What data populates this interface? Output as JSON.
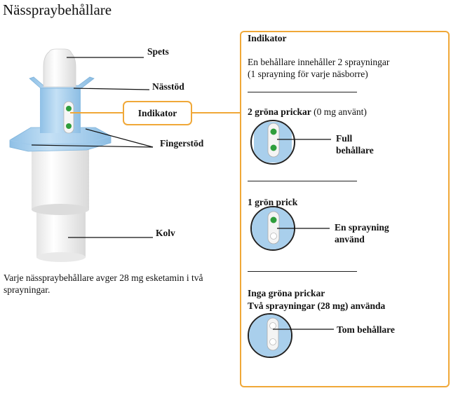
{
  "title": "Nässpraybehållare",
  "device_labels": {
    "tip": "Spets",
    "nose_rest": "Nässtöd",
    "indicator": "Indikator",
    "finger_rest": "Fingerstöd",
    "plunger": "Kolv"
  },
  "description": "Varje nässpraybehållare avger 28 mg esketamin i två sprayningar.",
  "indicator_panel": {
    "heading": "Indikator",
    "intro_line1": "En behållare innehåller 2 sprayningar",
    "intro_line2": "(1 sprayning för varje näsborre)",
    "states": [
      {
        "heading": "2 gröna prickar",
        "heading_suffix": "(0 mg använt)",
        "subheading": "",
        "label_line1": "Full",
        "label_line2": "behållare",
        "green_dots": 2
      },
      {
        "heading": "1 grön prick",
        "heading_suffix": "",
        "subheading": "",
        "label_line1": "En sprayning",
        "label_line2": "använd",
        "green_dots": 1
      },
      {
        "heading": "Inga gröna prickar",
        "heading_suffix": "",
        "subheading": "Två sprayningar (28 mg) använda",
        "label_line1": "Tom behållare",
        "label_line2": "",
        "green_dots": 0
      }
    ]
  },
  "colors": {
    "accent_orange": "#f0a838",
    "device_blue": "#a9cfec",
    "indicator_green": "#2e9e3c"
  }
}
